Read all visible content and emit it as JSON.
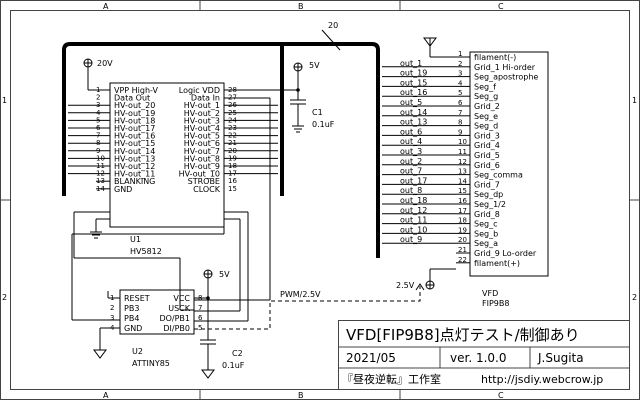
{
  "frame": {
    "cols": [
      "A",
      "B",
      "C"
    ],
    "rows": [
      "1",
      "2"
    ]
  },
  "bus_label": "20",
  "u1": {
    "ref": "U1",
    "part": "HV5812",
    "left_pins": [
      {
        "num": "1",
        "name": "VPP High-V"
      },
      {
        "num": "2",
        "name": "Data Out"
      },
      {
        "num": "3",
        "name": "HV-out_20"
      },
      {
        "num": "4",
        "name": "HV-out_19"
      },
      {
        "num": "5",
        "name": "HV-out_18"
      },
      {
        "num": "6",
        "name": "HV-out_17"
      },
      {
        "num": "7",
        "name": "HV-out_16"
      },
      {
        "num": "8",
        "name": "HV-out_15"
      },
      {
        "num": "9",
        "name": "HV-out_14"
      },
      {
        "num": "10",
        "name": "HV-out_13"
      },
      {
        "num": "11",
        "name": "HV-out_12"
      },
      {
        "num": "12",
        "name": "HV-out_11"
      },
      {
        "num": "13",
        "name": "BLANKING"
      },
      {
        "num": "14",
        "name": "GND"
      }
    ],
    "right_pins": [
      {
        "num": "28",
        "name": "Logic VDD"
      },
      {
        "num": "27",
        "name": "Data In"
      },
      {
        "num": "26",
        "name": "HV-out_1"
      },
      {
        "num": "25",
        "name": "HV-out_2"
      },
      {
        "num": "24",
        "name": "HV-out_3"
      },
      {
        "num": "23",
        "name": "HV-out_4"
      },
      {
        "num": "22",
        "name": "HV-out_5"
      },
      {
        "num": "21",
        "name": "HV-out_6"
      },
      {
        "num": "20",
        "name": "HV-out_7"
      },
      {
        "num": "19",
        "name": "HV-out_8"
      },
      {
        "num": "18",
        "name": "HV-out_9"
      },
      {
        "num": "17",
        "name": "HV-out_10"
      },
      {
        "num": "16",
        "name": "STROBE"
      },
      {
        "num": "15",
        "name": "CLOCK"
      }
    ]
  },
  "u2": {
    "ref": "U2",
    "part": "ATTINY85",
    "left_pins": [
      {
        "num": "1",
        "name": "RESET"
      },
      {
        "num": "2",
        "name": "PB3"
      },
      {
        "num": "3",
        "name": "PB4"
      },
      {
        "num": "4",
        "name": "GND"
      }
    ],
    "right_pins": [
      {
        "num": "8",
        "name": "VCC"
      },
      {
        "num": "7",
        "name": "USCK"
      },
      {
        "num": "6",
        "name": "DO/PB1"
      },
      {
        "num": "5",
        "name": "DI/PB0"
      }
    ]
  },
  "c1": {
    "ref": "C1",
    "value": "0.1uF"
  },
  "c2": {
    "ref": "C2",
    "value": "0.1uF"
  },
  "pwr": {
    "v20": "20V",
    "v5_top": "5V",
    "v5_u2": "5V",
    "v25": "2.5V"
  },
  "pwm_label": "PWM/2.5V",
  "vfd": {
    "ref": "VFD",
    "part": "FIP9B8",
    "nets": [
      "out_1",
      "out_19",
      "out_15",
      "out_16",
      "out_5",
      "out_14",
      "out_13",
      "out_6",
      "out_4",
      "out_3",
      "out_2",
      "out_7",
      "out_17",
      "out_8",
      "out_18",
      "out_12",
      "out_11",
      "out_10",
      "out_9"
    ],
    "pins": [
      {
        "num": "1",
        "name": "filament(-)"
      },
      {
        "num": "2",
        "name": "Grid_1 Hi-order"
      },
      {
        "num": "3",
        "name": "Seg_apostrophe"
      },
      {
        "num": "4",
        "name": "Seg_f"
      },
      {
        "num": "5",
        "name": "Seg_g"
      },
      {
        "num": "6",
        "name": "Grid_2"
      },
      {
        "num": "7",
        "name": "Seg_e"
      },
      {
        "num": "8",
        "name": "Seg_d"
      },
      {
        "num": "9",
        "name": "Grid_3"
      },
      {
        "num": "10",
        "name": "Grid_4"
      },
      {
        "num": "11",
        "name": "Grid_5"
      },
      {
        "num": "12",
        "name": "Grid_6"
      },
      {
        "num": "13",
        "name": "Seg_comma"
      },
      {
        "num": "14",
        "name": "Grid_7"
      },
      {
        "num": "15",
        "name": "Seg_dp"
      },
      {
        "num": "16",
        "name": "Seg_1/2"
      },
      {
        "num": "17",
        "name": "Grid_8"
      },
      {
        "num": "18",
        "name": "Seg_c"
      },
      {
        "num": "19",
        "name": "Seg_b"
      },
      {
        "num": "20",
        "name": "Seg_a"
      },
      {
        "num": "21",
        "name": "Grid_9 Lo-order"
      },
      {
        "num": "22",
        "name": "filament(+)"
      }
    ]
  },
  "title_block": {
    "title": "VFD[FIP9B8]点灯テスト/制御あり",
    "date": "2021/05",
    "version": "ver. 1.0.0",
    "author": "J.Sugita",
    "studio": "『昼夜逆転』工作室",
    "url": "http://jsdiy.webcrow.jp"
  }
}
